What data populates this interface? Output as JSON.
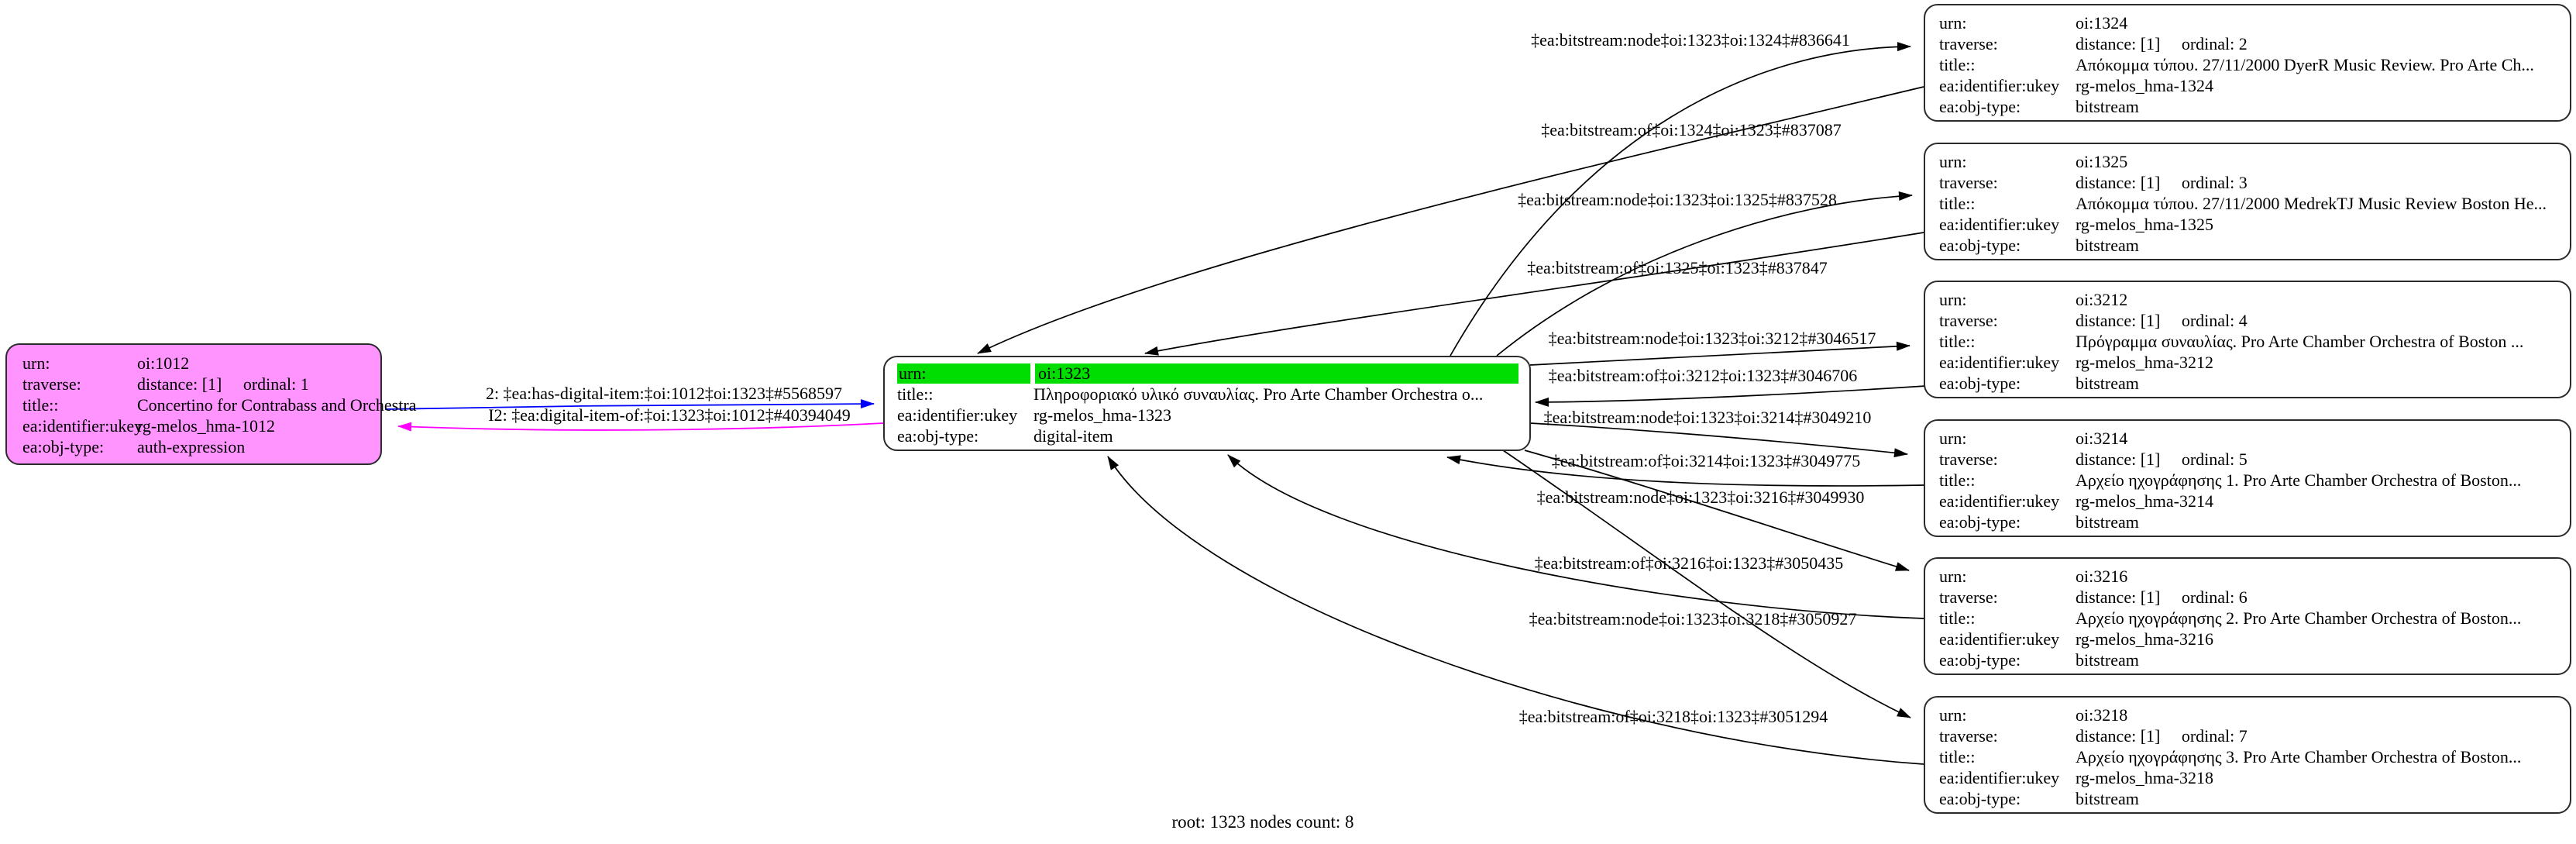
{
  "caption": "root: 1323 nodes count: 8",
  "colors": {
    "root_highlight": "#00dd00",
    "auth_node_fill": "#ff94ff",
    "forward_edge": "#0000ff",
    "back_edge": "#ff00ff",
    "bitstream_edge": "#000000"
  },
  "row_keys": {
    "urn": "urn:",
    "traverse": "traverse:",
    "title": "title::",
    "ukey": "ea:identifier:ukey",
    "objtype": "ea:obj-type:"
  },
  "auth_node": {
    "urn": "oi:1012",
    "traverse": "distance: [1]     ordinal: 1",
    "title": "Concertino for Contrabass and Orchestra",
    "ukey": "rg-melos_hma-1012",
    "objtype": "auth-expression"
  },
  "root_node": {
    "urn": "oi:1323",
    "title": "Πληροφοριακό υλικό συναυλίας. Pro Arte Chamber Orchestra o...",
    "ukey": "rg-melos_hma-1323",
    "objtype": "digital-item"
  },
  "bitstreams": [
    {
      "urn": "oi:1324",
      "traverse": "distance: [1]     ordinal: 2",
      "title": "Απόκομμα τύπου. 27/11/2000 DyerR Music Review. Pro Arte Ch...",
      "ukey": "rg-melos_hma-1324",
      "objtype": "bitstream"
    },
    {
      "urn": "oi:1325",
      "traverse": "distance: [1]     ordinal: 3",
      "title": "Απόκομμα τύπου. 27/11/2000 MedrekTJ Music Review Boston He...",
      "ukey": "rg-melos_hma-1325",
      "objtype": "bitstream"
    },
    {
      "urn": "oi:3212",
      "traverse": "distance: [1]     ordinal: 4",
      "title": "Πρόγραμμα συναυλίας. Pro Arte Chamber Orchestra of Boston ...",
      "ukey": "rg-melos_hma-3212",
      "objtype": "bitstream"
    },
    {
      "urn": "oi:3214",
      "traverse": "distance: [1]     ordinal: 5",
      "title": "Αρχείο ηχογράφησης 1. Pro Arte Chamber Orchestra of Boston...",
      "ukey": "rg-melos_hma-3214",
      "objtype": "bitstream"
    },
    {
      "urn": "oi:3216",
      "traverse": "distance: [1]     ordinal: 6",
      "title": "Αρχείο ηχογράφησης 2. Pro Arte Chamber Orchestra of Boston...",
      "ukey": "rg-melos_hma-3216",
      "objtype": "bitstream"
    },
    {
      "urn": "oi:3218",
      "traverse": "distance: [1]     ordinal: 7",
      "title": "Αρχείο ηχογράφησης 3. Pro Arte Chamber Orchestra of Boston...",
      "ukey": "rg-melos_hma-3218",
      "objtype": "bitstream"
    }
  ],
  "edges": {
    "forward_label": "2: ‡ea:has-digital-item:‡oi:1012‡oi:1323‡#5568597",
    "back_label": "I2: ‡ea:digital-item-of:‡oi:1323‡oi:1012‡#40394049",
    "bitstream_labels": [
      "‡ea:bitstream:node‡oi:1323‡oi:1324‡#836641",
      "‡ea:bitstream:of‡oi:1324‡oi:1323‡#837087",
      "‡ea:bitstream:node‡oi:1323‡oi:1325‡#837528",
      "‡ea:bitstream:of‡oi:1325‡oi:1323‡#837847",
      "‡ea:bitstream:node‡oi:1323‡oi:3212‡#3046517",
      "‡ea:bitstream:of‡oi:3212‡oi:1323‡#3046706",
      "‡ea:bitstream:node‡oi:1323‡oi:3214‡#3049210",
      "‡ea:bitstream:of‡oi:3214‡oi:1323‡#3049775",
      "‡ea:bitstream:node‡oi:1323‡oi:3216‡#3049930",
      "‡ea:bitstream:of‡oi:3216‡oi:1323‡#3050435",
      "‡ea:bitstream:node‡oi:1323‡oi:3218‡#3050927",
      "‡ea:bitstream:of‡oi:3218‡oi:1323‡#3051294"
    ]
  }
}
